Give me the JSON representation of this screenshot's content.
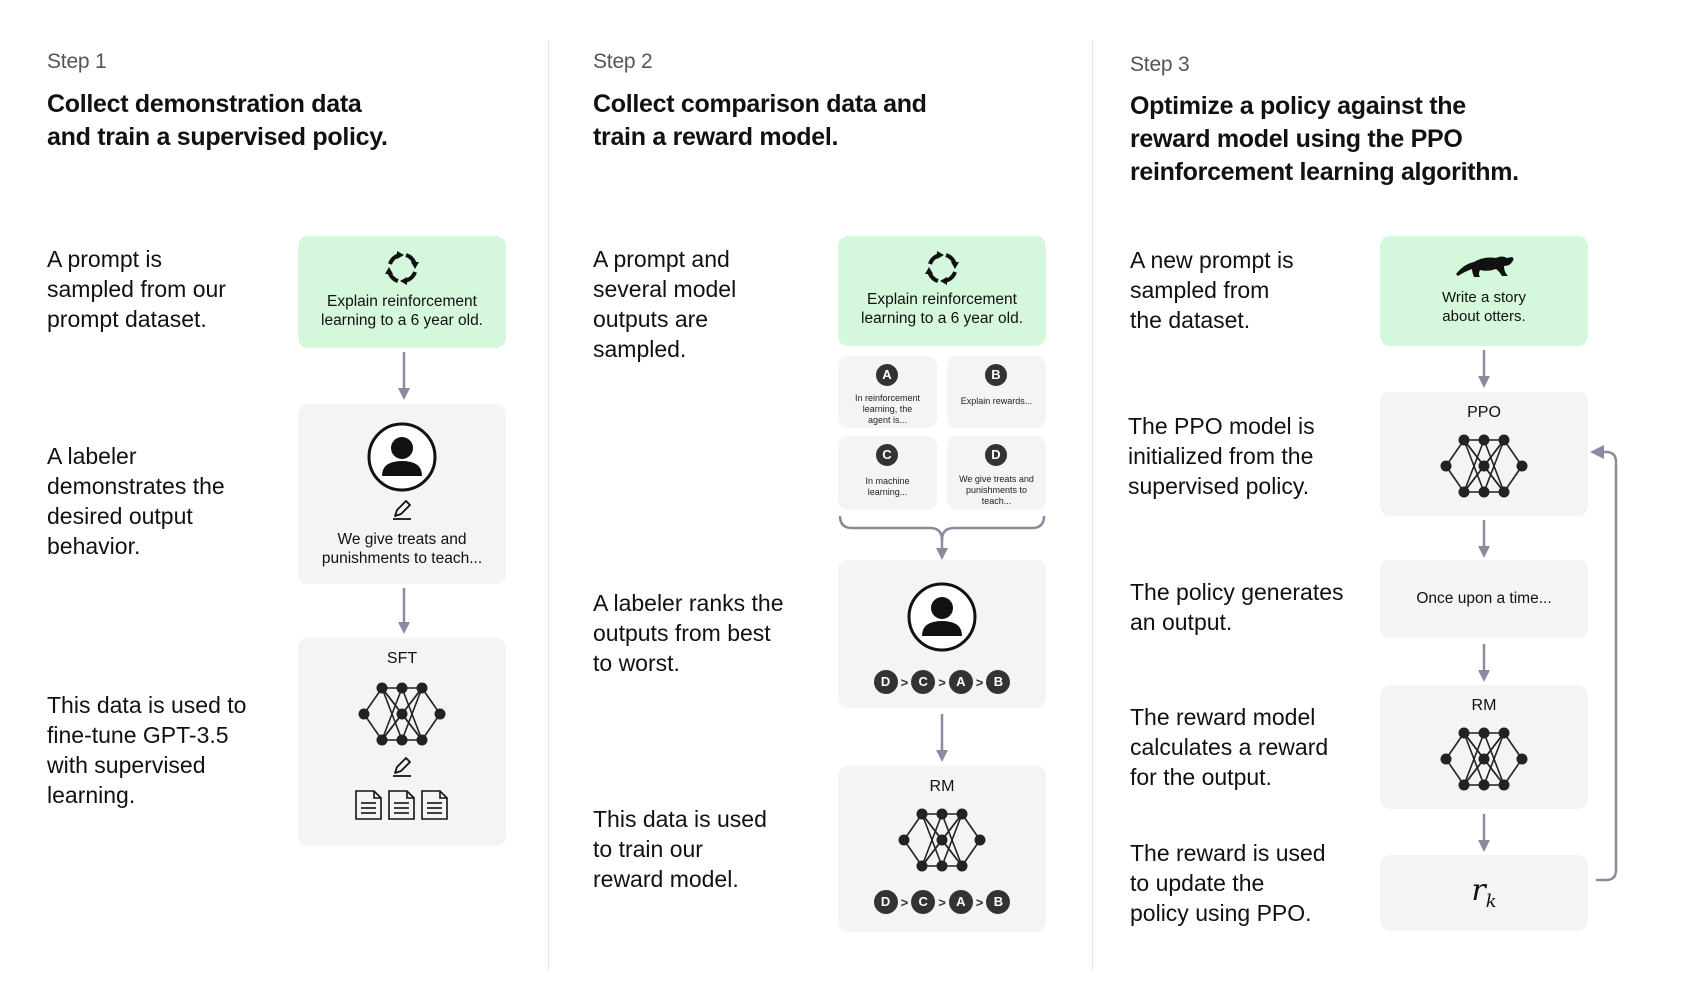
{
  "step1": {
    "label": "Step 1",
    "title_line1": "Collect demonstration data",
    "title_line2": "and train a supervised policy.",
    "desc1": [
      "A prompt is",
      "sampled from our",
      "prompt dataset."
    ],
    "desc2": [
      "A labeler",
      "demonstrates the",
      "desired output",
      "behavior."
    ],
    "desc3": [
      "This data is used to",
      "fine-tune GPT-3.5",
      "with supervised",
      "learning."
    ],
    "prompt_box": [
      "Explain reinforcement",
      "learning to a 6 year old."
    ],
    "labeler_box": [
      "We give treats and",
      "punishments to teach..."
    ],
    "model_label": "SFT"
  },
  "step2": {
    "label": "Step 2",
    "title_line1": "Collect comparison data and",
    "title_line2": "train a reward model.",
    "desc1": [
      "A prompt and",
      "several model",
      "outputs are",
      "sampled."
    ],
    "desc2": [
      "A labeler ranks the",
      "outputs from best",
      "to worst."
    ],
    "desc3": [
      "This data is used",
      "to train our",
      "reward model."
    ],
    "prompt_box": [
      "Explain reinforcement",
      "learning to a 6 year old."
    ],
    "outputs": [
      {
        "letter": "A",
        "text": [
          "In reinforcement",
          "learning, the",
          "agent is..."
        ]
      },
      {
        "letter": "B",
        "text": [
          "Explain rewards..."
        ]
      },
      {
        "letter": "C",
        "text": [
          "In machine",
          "learning..."
        ]
      },
      {
        "letter": "D",
        "text": [
          "We give treats and",
          "punishments to",
          "teach..."
        ]
      }
    ],
    "ranking": [
      "D",
      "C",
      "A",
      "B"
    ],
    "rank_separator": ">",
    "model_label": "RM"
  },
  "step3": {
    "label": "Step 3",
    "title_line1": "Optimize a policy against the",
    "title_line2": "reward model using the PPO",
    "title_line3": "reinforcement learning algorithm.",
    "desc1": [
      "A new prompt is",
      "sampled from",
      "the dataset."
    ],
    "desc2": [
      "The PPO model is",
      "initialized from the",
      "supervised policy."
    ],
    "desc3": [
      "The policy generates",
      "an output."
    ],
    "desc4": [
      "The reward model",
      "calculates a reward",
      "for the output."
    ],
    "desc5": [
      "The reward is used",
      "to update the",
      "policy using PPO."
    ],
    "prompt_box": [
      "Write a story",
      "about otters."
    ],
    "ppo_label": "PPO",
    "output_text": "Once upon a time...",
    "rm_label": "RM",
    "reward_symbol": "r",
    "reward_subscript": "k"
  },
  "colors": {
    "green_box": "#d5f7dc",
    "gray_box": "#f4f4f4",
    "arrow": "#8b8ba0",
    "dark": "#222222"
  },
  "icons": [
    "cycle-icon",
    "person-icon",
    "pencil-icon",
    "document-icon",
    "otter-icon",
    "neural-network-icon"
  ]
}
